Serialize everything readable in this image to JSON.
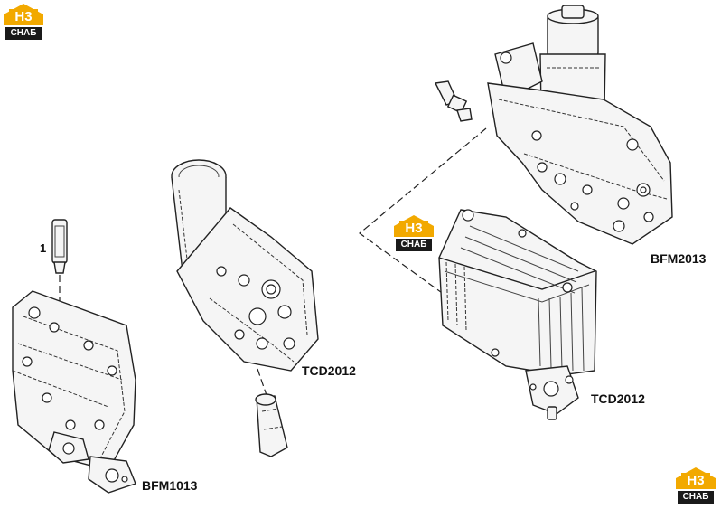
{
  "labels": {
    "callout_1": "1",
    "bfm1013": "BFM1013",
    "tcd2012_upper": "TCD2012",
    "tcd2012_lower": "TCD2012",
    "bfm2013": "BFM2013"
  },
  "logo": {
    "mark": "H3",
    "sub": "CHAБ",
    "colors": {
      "accent": "#f2a900",
      "dark": "#1a1a1a"
    }
  }
}
